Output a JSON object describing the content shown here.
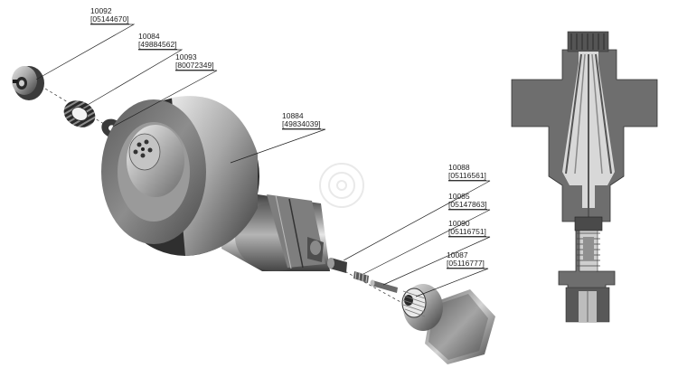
{
  "parts": [
    {
      "id": "10092",
      "part_number": "[05144670]",
      "name": "end-cap"
    },
    {
      "id": "10084",
      "part_number": "[49884562]",
      "name": "knurled-ring"
    },
    {
      "id": "10093",
      "part_number": "[80072349]",
      "name": "washer"
    },
    {
      "id": "10884",
      "part_number": "[49834039]",
      "name": "main-body"
    },
    {
      "id": "10088",
      "part_number": "[05116561]",
      "name": "small-sleeve"
    },
    {
      "id": "10085",
      "part_number": "[05147863]",
      "name": "spring"
    },
    {
      "id": "10090",
      "part_number": "[05116751]",
      "name": "pin"
    },
    {
      "id": "10087",
      "part_number": "[05116777]",
      "name": "hex-fitting"
    }
  ],
  "colors": {
    "metal_dark": "#3c3c3c",
    "metal_mid": "#8a8a8a",
    "metal_light": "#d9d9d9",
    "section_fill": "#6f6f6f",
    "section_dark": "#4a4a4a",
    "line": "#222222"
  }
}
